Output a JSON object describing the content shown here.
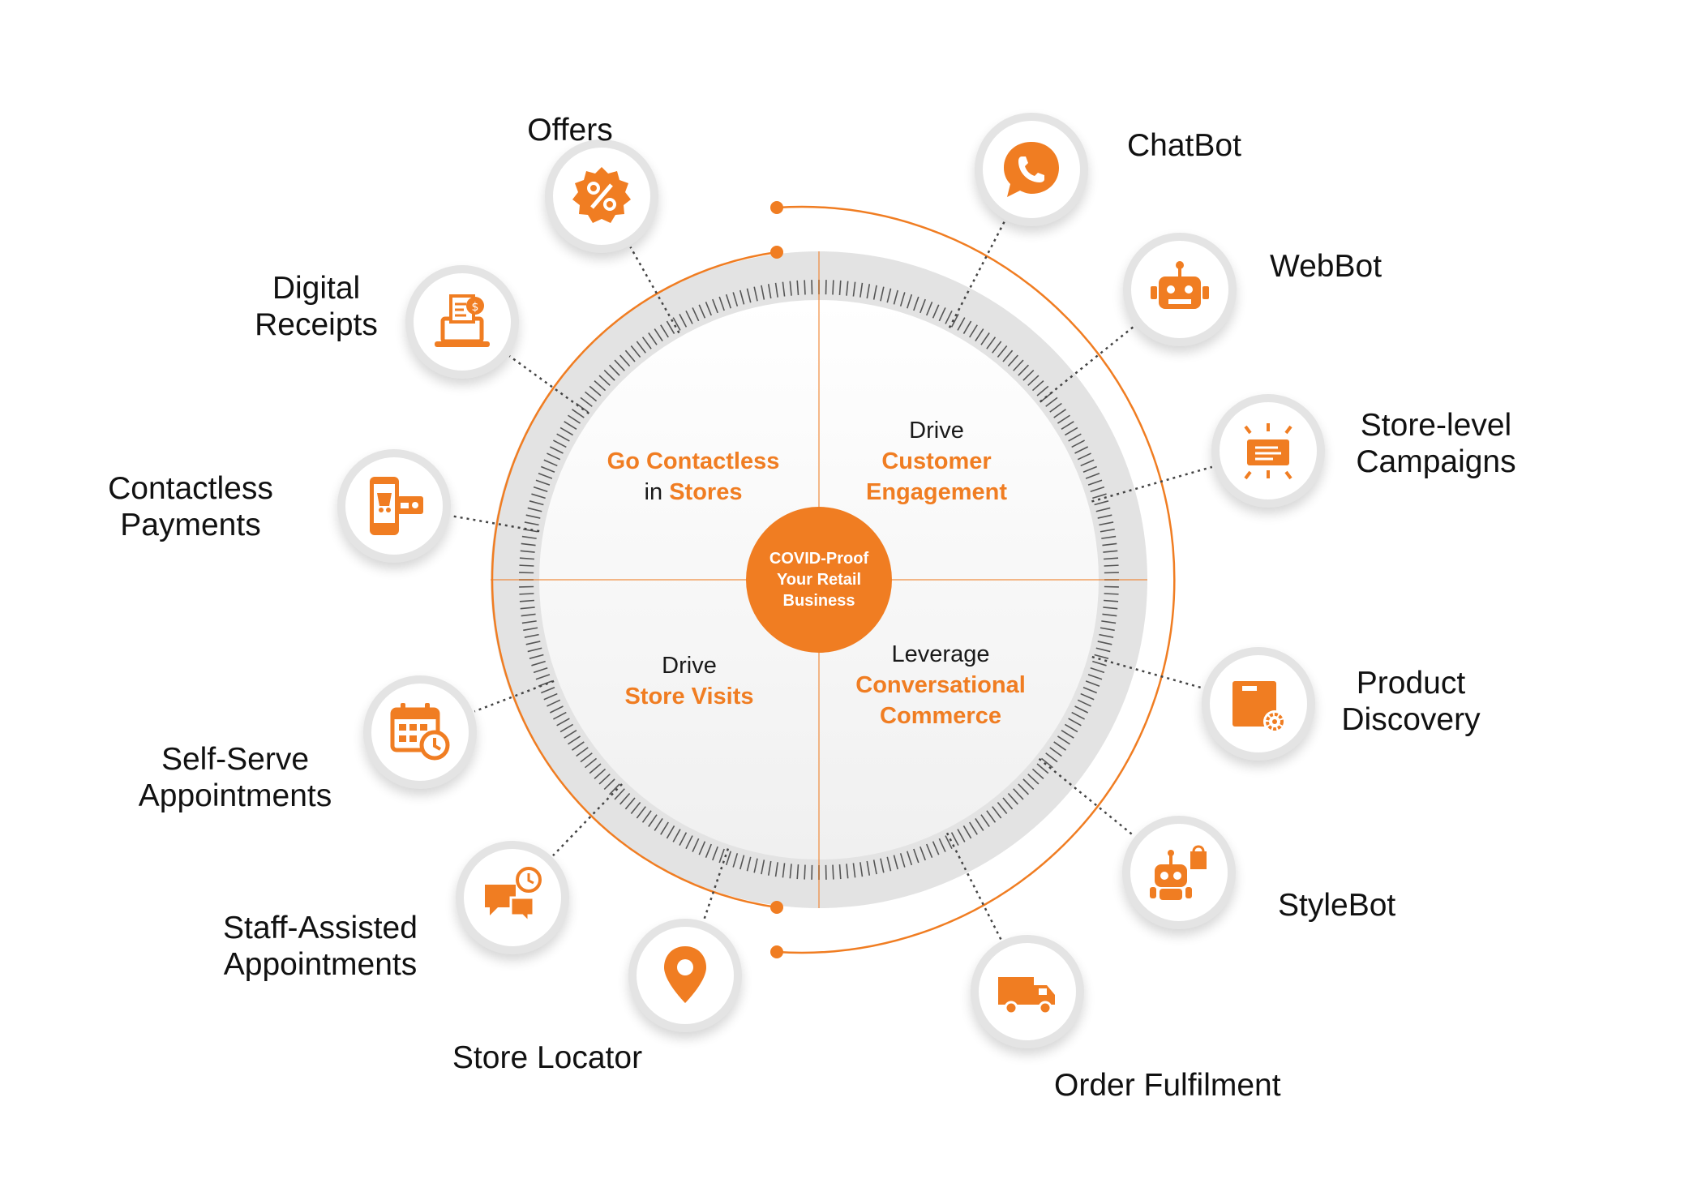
{
  "center": {
    "lines": [
      "COVID-Proof",
      "Your Retail",
      "Business"
    ]
  },
  "quadrants": {
    "top_left": {
      "line1_accent": "Go Contactless",
      "line2_prefix": "in ",
      "line2_accent": "Stores"
    },
    "top_right": {
      "line1": "Drive",
      "line2_accent": "Customer",
      "line3_accent": "Engagement"
    },
    "bottom_left": {
      "line1": "Drive",
      "line2_accent": "Store Visits"
    },
    "bottom_right": {
      "line1": "Leverage",
      "line2_accent": "Conversational",
      "line3_accent": "Commerce"
    }
  },
  "features": [
    {
      "id": "offers",
      "label": "Offers",
      "icon": "percent-badge-icon"
    },
    {
      "id": "digital-receipts",
      "label": "Digital\nReceipts",
      "icon": "receipt-laptop-icon"
    },
    {
      "id": "contactless-payments",
      "label": "Contactless\nPayments",
      "icon": "mobile-payment-icon"
    },
    {
      "id": "self-serve-appointments",
      "label": "Self-Serve\nAppointments",
      "icon": "calendar-clock-icon"
    },
    {
      "id": "staff-assisted-appointments",
      "label": "Staff-Assisted\nAppointments",
      "icon": "chat-clock-icon"
    },
    {
      "id": "store-locator",
      "label": "Store Locator",
      "icon": "map-pin-icon"
    },
    {
      "id": "chatbot",
      "label": "ChatBot",
      "icon": "phone-chat-icon"
    },
    {
      "id": "webbot",
      "label": "WebBot",
      "icon": "robot-head-icon"
    },
    {
      "id": "store-level-campaigns",
      "label": "Store-level\nCampaigns",
      "icon": "announcement-screen-icon"
    },
    {
      "id": "product-discovery",
      "label": "Product\nDiscovery",
      "icon": "box-gear-icon"
    },
    {
      "id": "stylebot",
      "label": "StyleBot",
      "icon": "robot-shopping-icon"
    },
    {
      "id": "order-fulfilment",
      "label": "Order Fulfilment",
      "icon": "delivery-truck-icon"
    }
  ],
  "colors": {
    "accent": "#f07d22",
    "ring": "#e2e2e2",
    "ring_inner": "#f4f4f4",
    "text": "#111111",
    "bubble_border": "#e4e4e4"
  }
}
